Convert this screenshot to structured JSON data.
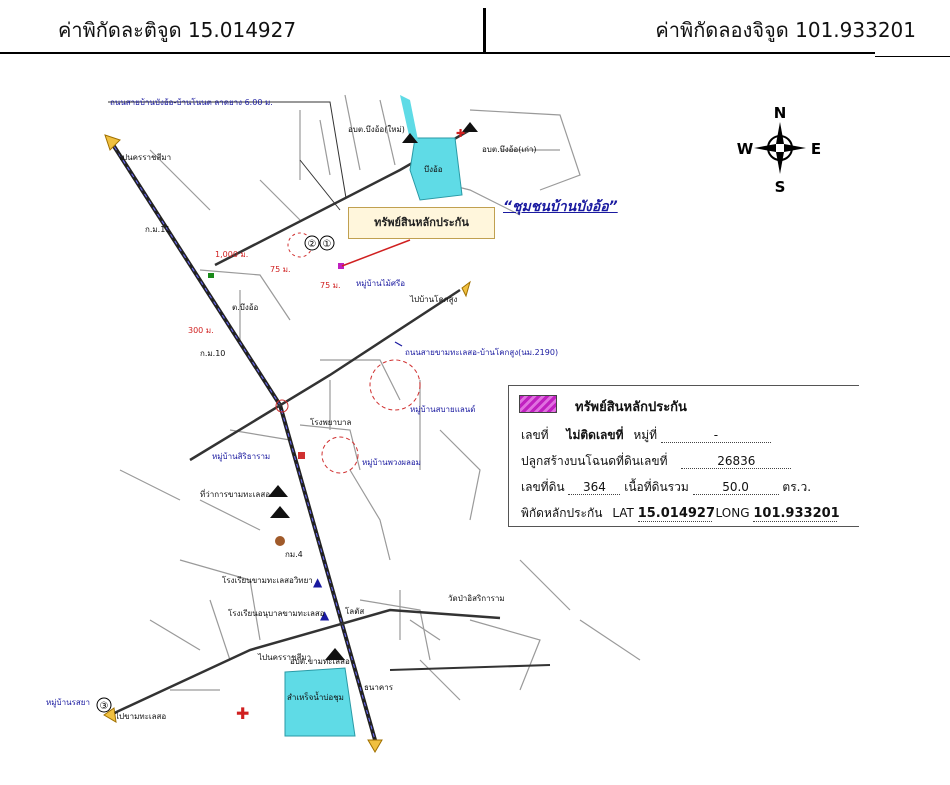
{
  "header": {
    "lat_text": "ค่าพิกัดละติจูด 15.014927",
    "lon_text": "ค่าพิกัดลองจิจูด 101.933201"
  },
  "compass": {
    "n": "N",
    "s": "S",
    "e": "E",
    "w": "W"
  },
  "map": {
    "community_title": "“ชุมชนบ้านบังอ้อ”",
    "property_box": "ทรัพย์สินหลักประกัน",
    "labels": {
      "road_top": "ถนนสายบ้านบังอ้อ-บ้านโนนต ลาดยาง 6.00 ม.",
      "road_2190": "ถนนสายขามทะเลสอ-บ้านโคกสูง(นม.2190)",
      "dist_1000": "1,000 ม.",
      "dist_75a": "75 ม.",
      "dist_75b": "75 ม.",
      "dist_300": "300 ม.",
      "pond": "บึงอ้อ",
      "obt_new": "อบต.บึงอ้อ(ใหม่)",
      "obt_old": "อบต.บึงอ้อ(เก่า)",
      "village_mai": "หมู่บ้านไม้ศรีอ",
      "village_thai": "หมู่บ้านสบายแลนด์",
      "village_sitaram": "หมู่บ้านสิริธาราม",
      "village_chuang": "หมู่บ้านพวงผลอม",
      "village_sak": "หมู่บ้านรสยา",
      "hospital": "โรงพยาบาล",
      "school1": "โรงเรียนขามทะเลสอวิทยา",
      "school2": "โรงเรียนอนุบาลขามทะเลสอ",
      "district": "ที่ว่าการขามทะเลสอ",
      "lotus": "โลตัส",
      "wat": "วัดป่าอิสริการาม",
      "obt_kham": "อบต.ขามทะเลสอ",
      "big_pond": "สำเหร็จน้ำบ่อชุม",
      "bank": "ธนาคาร",
      "km11": "ก.ม.11",
      "km10": "ก.ม.10",
      "km4": "กม.4",
      "tambon": "ต.บึงอ้อ",
      "to_korat": "ไปนครราชสีมา",
      "to_khok": "ไปบ้านโคกสูง",
      "to_kham": "ไปขามทะเลสอ",
      "to_top": "ไปนครราชสีมา",
      "num1": "①",
      "num2": "②",
      "num3": "③"
    }
  },
  "info_box": {
    "legend": "ทรัพย์สินหลักประกัน",
    "number_label": "เลขที่",
    "number_value": "ไม่ติดเลขที่",
    "moo_label": "หมู่ที่",
    "moo_value": "-",
    "deed_label": "ปลูกสร้างบนโฉนดที่ดินเลขที่",
    "deed_value": "26836",
    "land_label": "เลขที่ดิน",
    "land_value": "364",
    "area_label": "เนื้อที่ดินรวม",
    "area_value": "50.0",
    "area_unit": "ตร.ว.",
    "coord_label": "พิกัดหลักประกัน",
    "lat_label": "LAT",
    "lat_value": "15.014927",
    "long_label": "LONG",
    "long_value": "101.933201"
  }
}
